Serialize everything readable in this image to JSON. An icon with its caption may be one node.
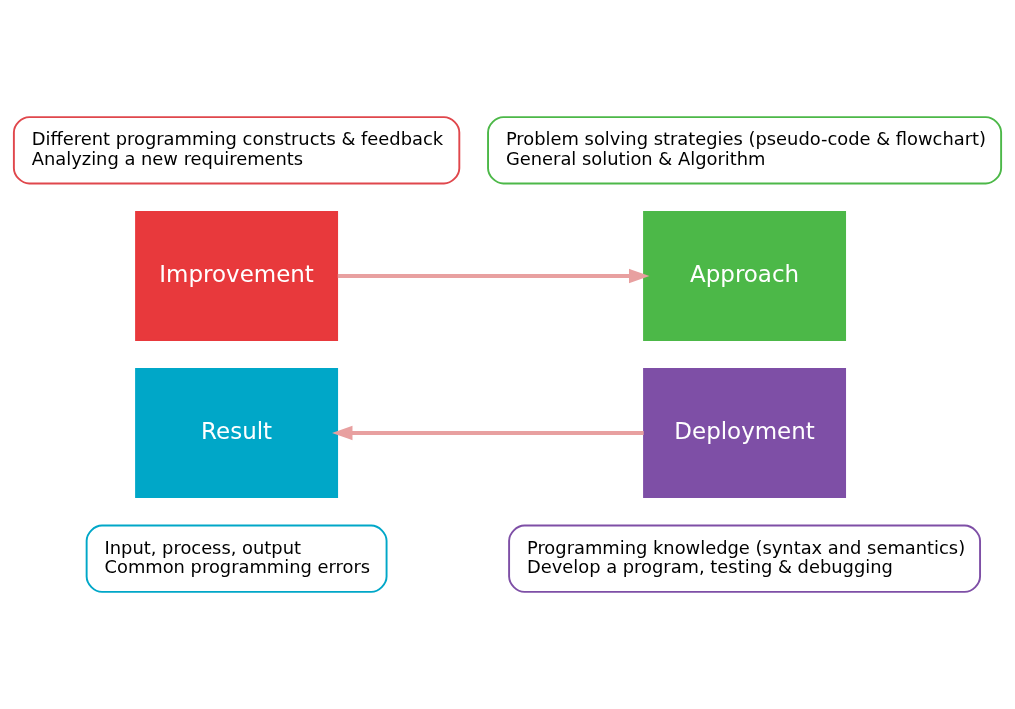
{
  "diagram": {
    "nodes": [
      {
        "text": [
          "Different programming constructs & feedback",
          "Analyzing a new requirements"
        ]
      },
      {
        "text": [
          "Problem solving strategies (pseudo-code & flowchart)",
          "General solution & Algorithm"
        ]
      },
      {
        "text": [
          "Improvement"
        ]
      },
      {
        "text": [
          "Approach"
        ]
      },
      {
        "text": [
          "Deployment"
        ]
      },
      {
        "text": [
          "Result"
        ]
      },
      {
        "text": [
          "Input, process, output",
          "Common programming errors"
        ]
      },
      {
        "text": [
          "Programming knowledge (syntax and semantics)",
          "Develop a program, testing & debugging"
        ]
      }
    ],
    "edges": [
      {
        "from": 2,
        "to": 3,
        "arrow": "to"
      },
      {
        "from": 4,
        "to": 5,
        "arrow": "to"
      }
    ]
  }
}
